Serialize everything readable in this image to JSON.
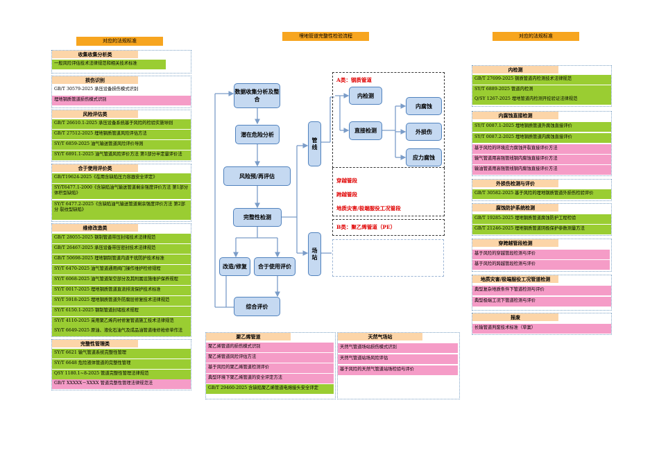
{
  "headers": {
    "left": "对应的法规标准",
    "center": "埋地管道完整性检验流程",
    "right": "对应的法规标准"
  },
  "left": {
    "data_collection": {
      "title": "收集收集分析类",
      "rows": [
        "一般风险评估技术法律规范和相关技术标准"
      ]
    },
    "damage_id": {
      "title": "损伤识别",
      "rows": [
        "GB/T 30579-2025 承压设备损伤模式识别",
        "埋地钢质管道损伤模式识别"
      ]
    },
    "risk": {
      "title": "风险评估类",
      "rows": [
        "GB/T 26610.1-2025 承压设备系统基于风险的检验实施导则",
        "GB/T 27512-2025 埋地钢质管道风险评估方法",
        "SY/T 6859-2025 油气输送管道风险评价导则",
        "SY/T 6891.1-2025 油气管道风险评价方法 第1部分半定量评价法"
      ]
    },
    "fitness": {
      "title": "合于使用评价类",
      "rows": [
        "GB/T19624-2025《在用含缺陷压力容器安全评定》",
        "SY/T6477.1-2000《含缺陷油气输送管道剩余强度评价方法 第1部分 体积型缺陷》",
        "SY/T 6477.2-2025《含缺陷油气输送管道剩余强度评价方法 第2部分 裂纹型缺陷》"
      ]
    },
    "repair": {
      "title": "维修改造类",
      "rows": [
        "GB/T 28055-2025 钢制管道带压封堵技术法律规范",
        "GB/T 26467-2025 承压设备带压密封技术法律规范",
        "GB/T 50698-2025 埋地钢制管道内道干扰防护技术标准",
        "SY/T 6470-2025 油气管道通用阀门操作维护检修规程",
        "SY/T 6068-2025 油气管道架空部分及其附属设施维护保养规程",
        "SY/T 0017-2025 埋地钢质管道直流排流保护技术标准",
        "SY/T 5918-2025 埋地钢质管道外防腐层修复技术法律规范",
        "SY/T 6150.1-2025 钢制管道封堵技术规程",
        "SY/T 4110-2025 采用聚乙烯内衬修复管道施工技术法律规范",
        "SY/T 6649-2025 原油、液化石油气及成品油管道维修抢修单作法"
      ]
    },
    "integrity": {
      "title": "完整性管理类",
      "rows": [
        "SY/T 6621 输气管道系统完整性管理",
        "SY/T 6648 危险液体管道的完整性管理",
        "QSY 1180.1~8-2025 管道完整性管理法律规范",
        "GB/T XXXXX－XXXX 管道完整性管理法律规范法"
      ]
    }
  },
  "flow": {
    "collect": "数据收集分析及整合",
    "potential": "潜在危险分析",
    "risk": "风险预/再评估",
    "inspect": "完整性检测",
    "repair": "改造/修复",
    "fitness": "合于使用评价",
    "overall": "综合评价",
    "pipeline": "管线",
    "station": "场站",
    "class_a": "A类：钢质管道",
    "internal": "内检测",
    "direct": "直接检测",
    "int_corr": "内腐蚀",
    "ext_damage": "外损伤",
    "stress_corr": "应力腐蚀",
    "crossing": "穿越管段",
    "spanning": "跨越管段",
    "geohazard": "地质灾害/极端服役工况管段",
    "class_b": "B类：聚乙烯管道（PE）"
  },
  "bottom": {
    "pe": {
      "title": "聚乙烯管道",
      "rows": [
        "聚乙烯管道的损伤模式识别",
        "聚乙烯管道风险评估方法",
        "基于风险的聚乙烯管道检测评价",
        "典型环境下聚乙烯管道的安全评定方法",
        "GB/T 29460-2025 含缺陷聚乙烯管道电熔接头安全评定"
      ]
    },
    "gas": {
      "title": "天然气场站",
      "rows": [
        "天然气管道场站损伤模式识别",
        "天然气管道站场风险评估",
        "基于风险的天然气管道站场检验与评价"
      ]
    }
  },
  "right": {
    "inline": {
      "title": "内检测",
      "rows": [
        "GB/T 27699-2025 钢质管道内检测技术法律规范",
        "SY/T 6889-2025 管道内检测",
        "Q/SY 1267-2025 埋地管道内检测开挖验证法律规范"
      ]
    },
    "direct": {
      "title": "内腐蚀直接检测",
      "rows": [
        "SY/T 0087.1-2025 埋地钢质管道外腐蚀直接评价",
        "SY/T 0087.2-2025 埋地钢质管道内腐蚀直接评价",
        "基于风险的环境应力腐蚀开裂直接评价方法",
        "输气管道用高强管线钢内腐蚀直接评价方法",
        "输油管道用高强管线钢内腐蚀直接评价方法"
      ]
    },
    "external": {
      "title": "外损伤检测与评价",
      "rows": [
        "GB/T 30582-2025 基于风险的埋地钢质管道外损伤检验评价"
      ]
    },
    "anticorr": {
      "title": "腐蚀防护系统检测",
      "rows": [
        "GB/T 19285-2025 埋地钢质管道腐蚀防护工程检验",
        "GB/T 21246-2025 埋地钢质管道阴极保护参数测量方法"
      ]
    },
    "crossing": {
      "title": "穿跨越管段检测",
      "rows": [
        "基于风险的穿越管段检测与评价",
        "基于风险的跨越管段检测与评价"
      ]
    },
    "geo": {
      "title": "地质灾害/极端服役工况管道检测",
      "rows": [
        "典型复杂地质条件下管道检测与评价",
        "典型极端工况下管道检测与评价"
      ]
    },
    "report": {
      "title": "报废",
      "rows": [
        "长输管道判废技术标准（草案）"
      ]
    }
  }
}
